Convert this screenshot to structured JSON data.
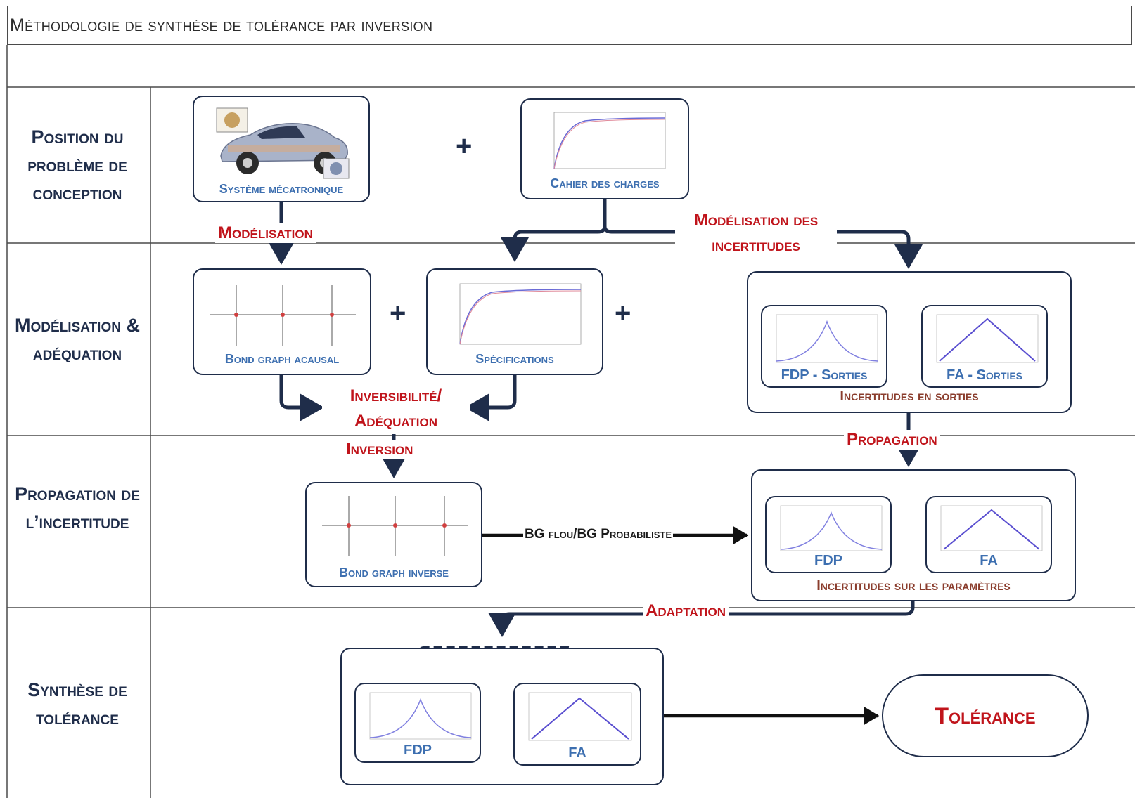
{
  "title": "Méthodologie de synthèse de tolérance par inversion",
  "rows": [
    {
      "label": "Position du problème de conception"
    },
    {
      "label": "Modélisation & adéquation"
    },
    {
      "label": "Propagation de l’incertitude"
    },
    {
      "label": "Synthèse de tolérance"
    }
  ],
  "boxes": {
    "systeme": "Système mécatronique",
    "cahier": "Cahier des charges",
    "bg_acausal": "Bond graph acausal",
    "specifications": "Spécifications",
    "fdp_sorties": "FDP - Sorties",
    "fa_sorties": "FA - Sorties",
    "incert_sorties": "Incertitudes en sorties",
    "bg_inverse": "Bond graph inverse",
    "fdp_param": "FDP",
    "fa_param": "FA",
    "incert_param": "Incertitudes sur les paramètres",
    "fdp_tol": "FDP",
    "fa_tol": "FA",
    "tolerance": "Tolérance"
  },
  "arrows": {
    "modelisation": "Modélisation",
    "modelisation_incertitudes_1": "Modélisation des",
    "modelisation_incertitudes_2": "incertitudes",
    "inversibilite_1": "Inversibilité/",
    "inversibilite_2": "Adéquation",
    "inversion": "Inversion",
    "propagation": "Propagation",
    "bg_flou": "BG flou/BG Probabiliste",
    "adaptation": "Adaptation"
  },
  "plus_sign": "+",
  "colors": {
    "dark": "#1f2d4a",
    "red": "#c0141b",
    "blue": "#3d6fb0",
    "brown": "#8a3c2c",
    "curve": "#8080e0"
  }
}
